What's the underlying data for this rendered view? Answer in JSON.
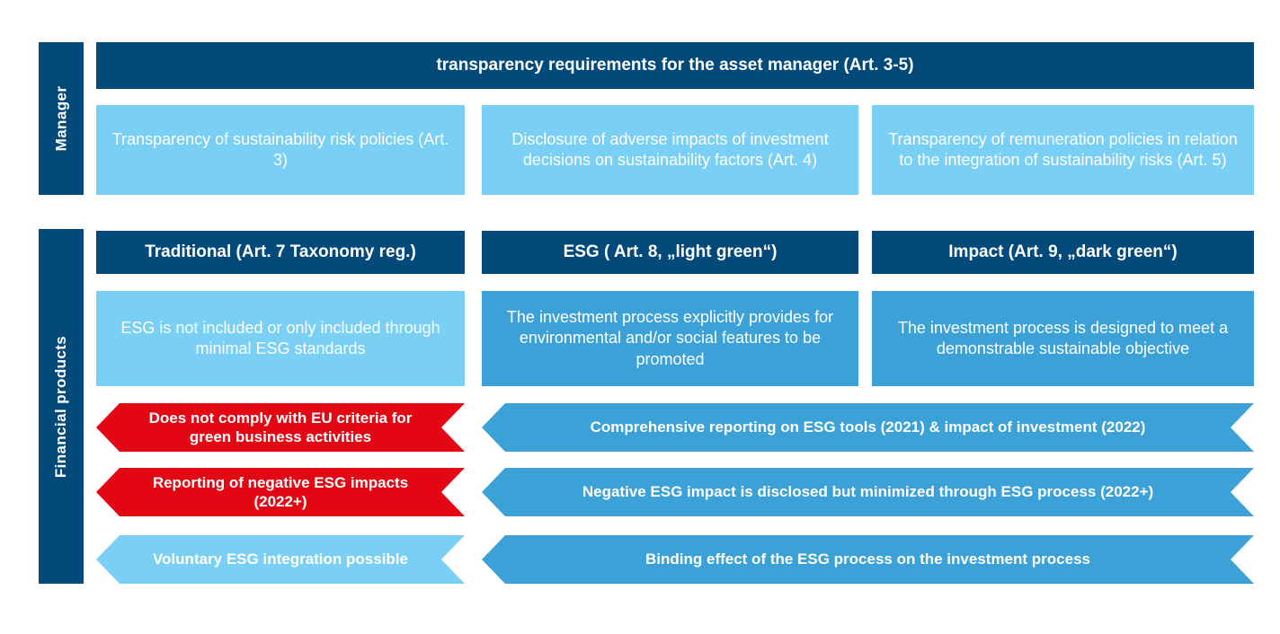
{
  "rails": {
    "manager": "Manager",
    "financial_products": "Financial products"
  },
  "manager_section": {
    "banner": "transparency requirements for the asset manager (Art. 3-5)",
    "boxes": [
      {
        "text": "Transparency of sustainability risk policies (Art. 3)"
      },
      {
        "text": "Disclosure of adverse impacts of investment decisions on sustainability factors (Art. 4)"
      },
      {
        "text": "Transparency of remuneration policies in relation to the integration of sustainability risks (Art. 5)"
      }
    ]
  },
  "product_section": {
    "columns": [
      {
        "header": "Traditional (Art. 7  Taxonomy reg.)",
        "description": "ESG is not included or only included through minimal ESG standards"
      },
      {
        "header": "ESG ( Art. 8, „light green“)",
        "description": "The investment process explicitly provides for environmental and/or social features to be promoted"
      },
      {
        "header": "Impact (Art. 9, „dark green“)",
        "description": "The investment process is designed to meet a demonstrable sustainable objective"
      }
    ],
    "bands": [
      {
        "left": "Does not comply with EU criteria for green business activities",
        "right": "Comprehensive reporting on ESG tools (2021) & impact of investment (2022)"
      },
      {
        "left": "Reporting of negative ESG impacts (2022+)",
        "right": "Negative ESG impact is disclosed but minimized through ESG process (2022+)"
      },
      {
        "left": "Voluntary ESG integration possible",
        "right": "Binding effect of the ESG process on the investment process"
      }
    ]
  },
  "colors": {
    "navy": "#034A7B",
    "light_blue": "#7ACFF4",
    "medium_blue": "#3BA1D7",
    "red": "#E30613",
    "text_on_fill": "#FFFFFF",
    "page_background": "#FFFFFF"
  }
}
